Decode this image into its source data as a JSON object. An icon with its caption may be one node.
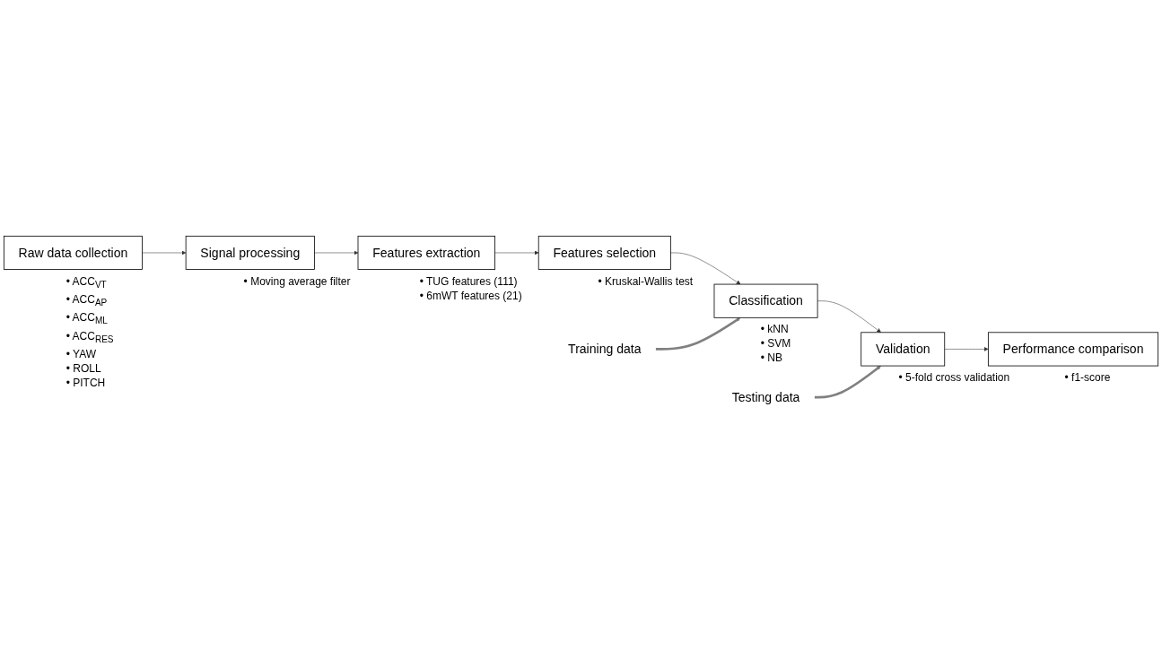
{
  "diagram": {
    "nodes": [
      {
        "text": [
          "Raw data collection"
        ],
        "beside": [
          "• ACC$_{VT}$",
          "• ACC$_{AP}$",
          "• ACC$_{ML}$",
          "• ACC$_{RES}$",
          "• YAW",
          "• ROLL",
          "• PITCH"
        ]
      },
      {
        "text": [
          "Signal processing"
        ],
        "beside": [
          "• Moving average filter"
        ]
      },
      {
        "text": [
          "Features extraction"
        ],
        "beside": [
          "• TUG features (111)",
          "• 6mWT features (21)"
        ]
      },
      {
        "text": [
          "Testing data"
        ]
      },
      {
        "text": [
          "Training data"
        ]
      },
      {
        "text": [
          "Validation"
        ],
        "beside": [
          "• 5-fold cross validation"
        ]
      },
      {
        "text": [
          "Classification"
        ],
        "beside": [
          "• kNN",
          "• SVM",
          "• NB"
        ]
      },
      {
        "text": [
          "Features selection"
        ],
        "beside": [
          "• Kruskal-Wallis test"
        ]
      },
      {
        "text": [
          "Performance comparison"
        ],
        "beside": [
          "• f1-score"
        ]
      }
    ],
    "edges": [
      {
        "from": 0,
        "to": 1,
        "arrow": "to"
      },
      {
        "from": 1,
        "to": 2,
        "arrow": "to"
      },
      {
        "from": 2,
        "to": 7,
        "arrow": "to"
      },
      {
        "from": 7,
        "to": 6,
        "arrow": "to"
      },
      {
        "from": 6,
        "to": 5,
        "arrow": "to"
      },
      {
        "from": 5,
        "to": 8,
        "arrow": "to"
      },
      {
        "from": 3,
        "to": 5,
        "arrow": "to",
        "style": "thick",
        "color": "#808080"
      },
      {
        "from": 4,
        "to": 6,
        "arrow": "to",
        "style": "thick",
        "color": "#808080"
      }
    ]
  }
}
